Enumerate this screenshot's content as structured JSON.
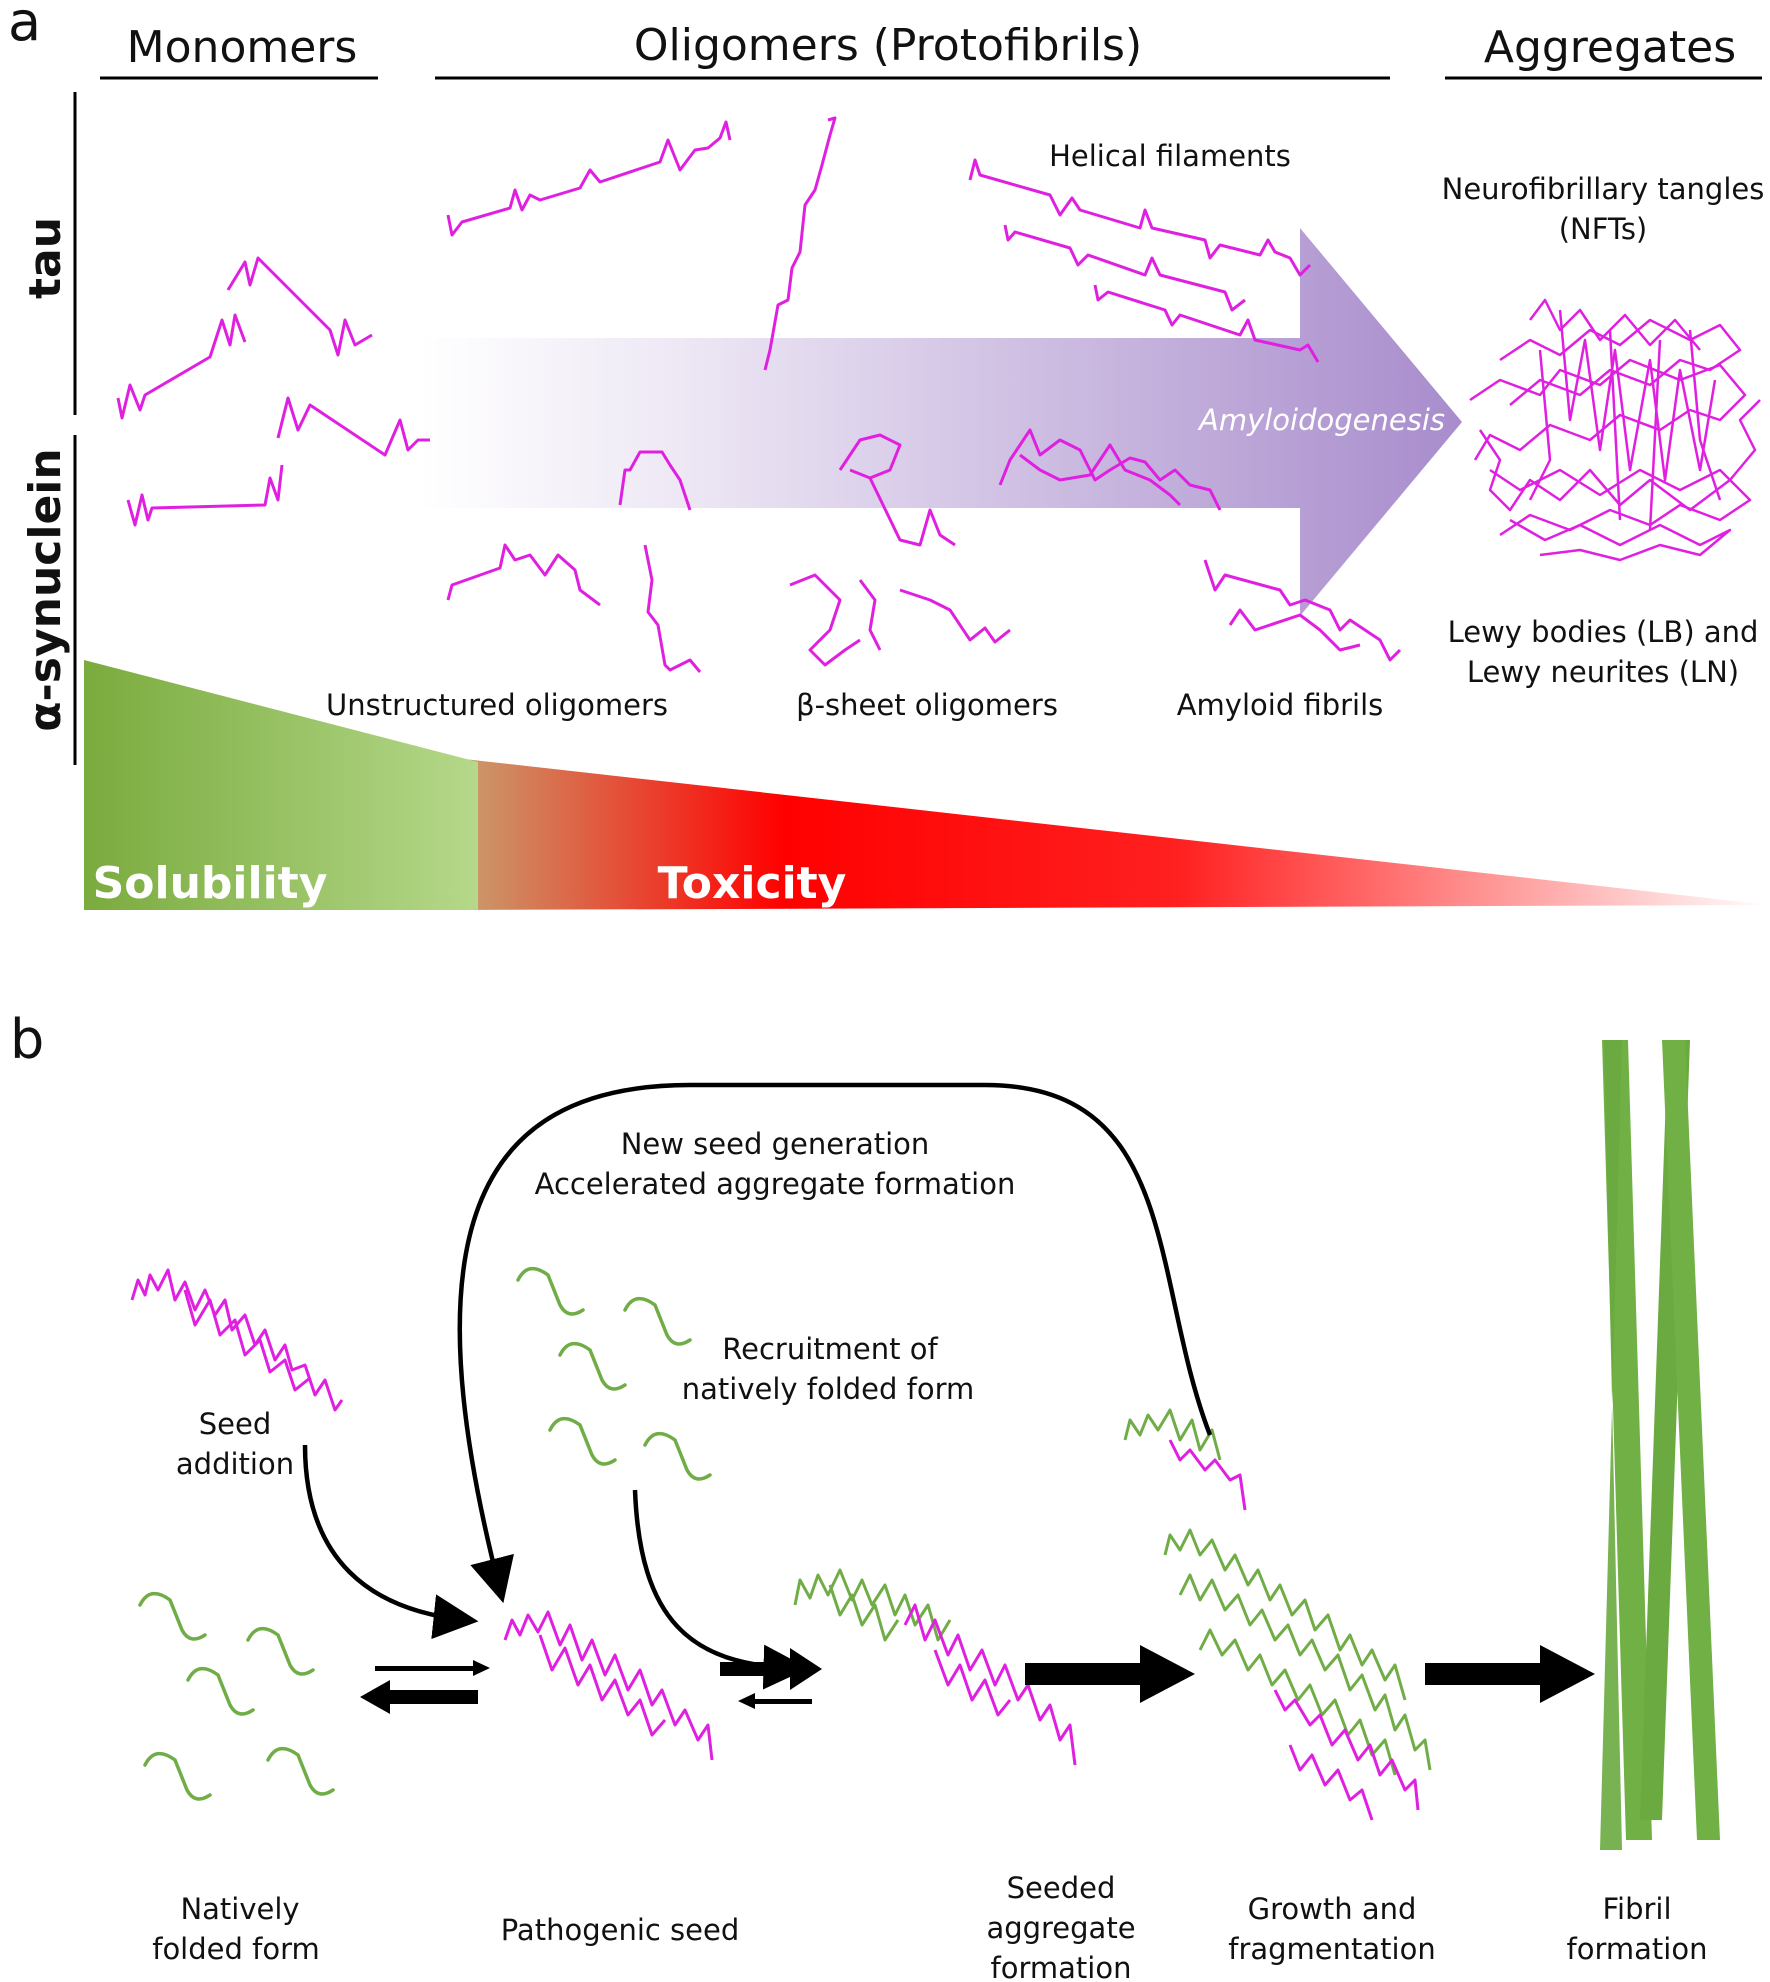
{
  "panel_a": {
    "letter": "a",
    "headers": {
      "monomers": "Monomers",
      "oligomers": "Oligomers (Protofibrils)",
      "aggregates": "Aggregates"
    },
    "rows": {
      "tau": "tau",
      "asyn": "α-synuclein"
    },
    "labels": {
      "helical": "Helical filaments",
      "nft1": "Neurofibrillary tangles",
      "nft2": "(NFTs)",
      "amyloidogenesis": "Amyloidogenesis",
      "lewy1": "Lewy bodies (LB) and",
      "lewy2": "Lewy neurites (LN)",
      "unstructured": "Unstructured oligomers",
      "beta": "β-sheet oligomers",
      "fibrils": "Amyloid fibrils",
      "solubility": "Solubility",
      "toxicity": "Toxicity"
    }
  },
  "panel_b": {
    "letter": "b",
    "labels": {
      "newseed1": "New seed generation",
      "newseed2": "Accelerated aggregate formation",
      "recruit1": "Recruitment of",
      "recruit2": "natively folded form",
      "seed1": "Seed",
      "seed2": "addition",
      "native1": "Natively",
      "native2": "folded form",
      "pathogenic": "Pathogenic seed",
      "seeded1": "Seeded",
      "seeded2": "aggregate",
      "seeded3": "formation",
      "growth1": "Growth and",
      "growth2": "fragmentation",
      "fibril1": "Fibril",
      "fibril2": "formation"
    }
  },
  "colors": {
    "protein_pathogenic": "#e020e0",
    "protein_native": "#70ad47",
    "arrow_big": "#a88ccc",
    "solubility": "#7aab3e",
    "toxicity": "#ff0000",
    "fibril": "#70b044"
  }
}
